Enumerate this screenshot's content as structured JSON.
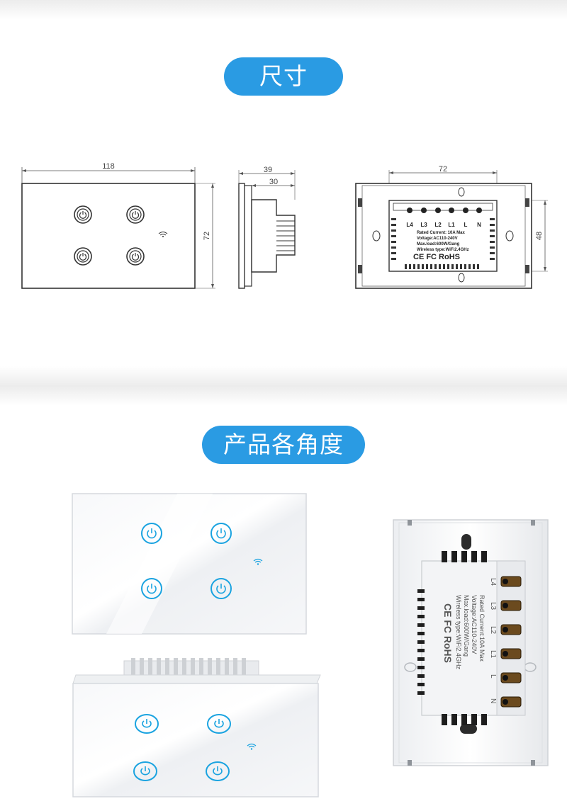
{
  "sections": {
    "dimensions_title": "尺寸",
    "angles_title": "产品各角度"
  },
  "front_view": {
    "width_label": "118",
    "height_label": "72"
  },
  "side_view": {
    "depth_label": "39",
    "body_depth_label": "30"
  },
  "back_view": {
    "module_width_label": "72",
    "module_height_label": "48",
    "terminals": [
      "L4",
      "L3",
      "L2",
      "L1",
      "L",
      "N"
    ],
    "label_lines": [
      "Rated Current: 10A Max",
      "Voltage:AC110-240V",
      "Max.load:600W/Gang",
      "Wireless type:WiFi2.4GHz"
    ],
    "cert_marks": "CE FC RoHS"
  },
  "back_photo": {
    "terminals": [
      "L4",
      "L3",
      "L2",
      "L1",
      "L",
      "N"
    ],
    "label_lines": [
      "Rated Current:10A Max",
      "Voltage:AC110-240V",
      "Max.load:600W/Gang",
      "Wireless type:WiFi2.4GHz"
    ],
    "cert_marks": "CE FC RoHS"
  }
}
